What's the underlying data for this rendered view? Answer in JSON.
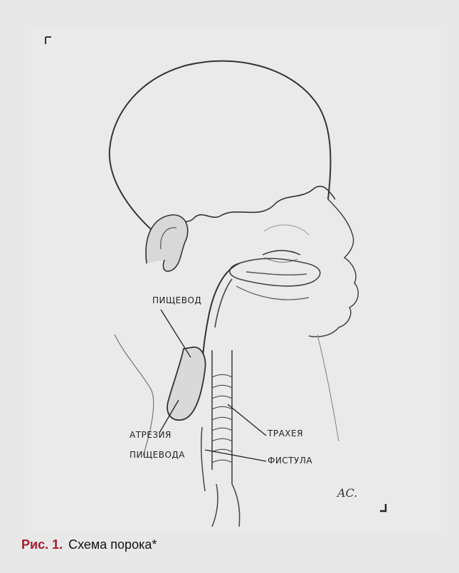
{
  "figure": {
    "caption_label": "Рис. 1.",
    "caption_text": "Схема порока*"
  },
  "drawing": {
    "labels": {
      "esophagus": "ПИЩЕВОД",
      "atresia_line1": "АТРЕЗИЯ",
      "atresia_line2": "ПИЩЕВОДА",
      "trachea": "ТРАХЕЯ",
      "fistula": "ФИСТУЛА"
    },
    "signature": "AC."
  }
}
